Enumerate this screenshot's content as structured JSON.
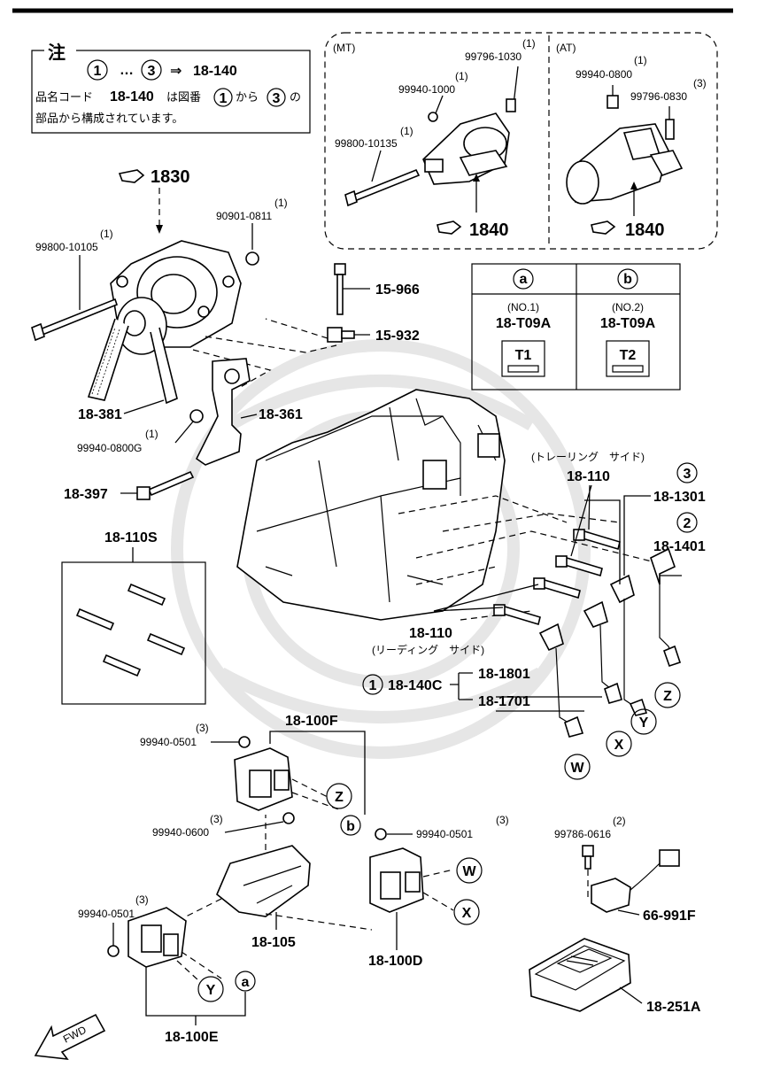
{
  "note": {
    "heading": "注",
    "line1_start": "1",
    "line1_ellipsis": "…",
    "line1_end": "3",
    "line1_arrow": "⇒",
    "line1_ref": "18-140",
    "line2_pre": "品名コード",
    "line2_code": "18-140",
    "line2_mid": "は図番",
    "line2_c1": "1",
    "line2_from": "から",
    "line2_c3": "3",
    "line2_post": "の",
    "line3": "部品から構成されています。"
  },
  "mt_box": {
    "heading": "(MT)",
    "parts": [
      {
        "qty": "(1)",
        "code": "99796-1030"
      },
      {
        "qty": "(1)",
        "code": "99940-1000"
      },
      {
        "qty": "(1)",
        "code": "99800-10135"
      }
    ],
    "ref": "1840"
  },
  "at_box": {
    "heading": "(AT)",
    "parts": [
      {
        "qty": "(1)",
        "code": "99940-0800"
      },
      {
        "qty": "(3)",
        "code": "99796-0830"
      }
    ],
    "ref": "1840"
  },
  "label_table": {
    "a": {
      "letter": "a",
      "no": "(NO.1)",
      "code": "18-T09A",
      "tag": "T1"
    },
    "b": {
      "letter": "b",
      "no": "(NO.2)",
      "code": "18-T09A",
      "tag": "T2"
    }
  },
  "labels": {
    "ref_1830": "1830",
    "p90901_qty": "(1)",
    "p90901": "90901-0811",
    "p99800_qty": "(1)",
    "p99800": "99800-10105",
    "p15966": "15-966",
    "p15932": "15-932",
    "p18381": "18-381",
    "p18361": "18-361",
    "p99940_0800g_qty": "(1)",
    "p99940_0800g": "99940-0800G",
    "p18397": "18-397",
    "p18110s": "18-110S",
    "trailing_side": "(トレーリング　サイド)",
    "p18110_top": "18-110",
    "c3": "3",
    "p18_1301": "18-1301",
    "c2": "2",
    "p18_1401": "18-1401",
    "p18110_bottom": "18-110",
    "leading_side": "(リーディング　サイド)",
    "c1": "1",
    "p18_140c": "18-140C",
    "p18_1801": "18-1801",
    "p18_1701": "18-1701",
    "z1": "Z",
    "y1": "Y",
    "x1": "X",
    "w1": "W",
    "p18_100f": "18-100F",
    "p99940_0501a_qty": "(3)",
    "p99940_0501a": "99940-0501",
    "z2": "Z",
    "b2": "b",
    "p99940_0600_qty": "(3)",
    "p99940_0600": "99940-0600",
    "p99940_0501b_qty": "(3)",
    "p99940_0501b": "99940-0501",
    "w2": "W",
    "x2": "X",
    "p99940_0501c_qty": "(3)",
    "p99940_0501c": "99940-0501",
    "p18_105": "18-105",
    "p18_100d": "18-100D",
    "y2": "Y",
    "a2": "a",
    "p18_100e": "18-100E",
    "p99786_qty": "(2)",
    "p99786": "99786-0616",
    "p66_991f": "66-991F",
    "p18_251a": "18-251A",
    "fwd": "FWD"
  }
}
